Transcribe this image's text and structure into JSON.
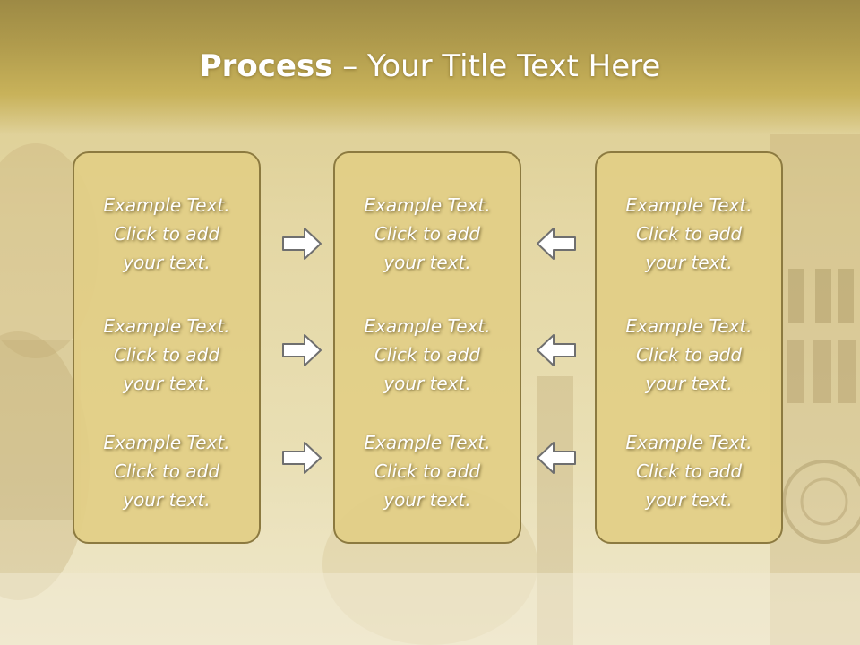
{
  "title": {
    "bold": "Process",
    "rest": " – Your Title Text Here"
  },
  "panels": [
    {
      "items": [
        {
          "l1": "Example Text.",
          "l2": "Click  to add",
          "l3": "your text."
        },
        {
          "l1": "Example Text.",
          "l2": "Click  to add",
          "l3": "your text."
        },
        {
          "l1": "Example Text.",
          "l2": "Click  to add",
          "l3": "your text."
        }
      ]
    },
    {
      "items": [
        {
          "l1": "Example Text.",
          "l2": "Click  to add",
          "l3": "your text."
        },
        {
          "l1": "Example Text.",
          "l2": "Click  to add",
          "l3": "your text."
        },
        {
          "l1": "Example Text.",
          "l2": "Click  to add",
          "l3": "your text."
        }
      ]
    },
    {
      "items": [
        {
          "l1": "Example Text.",
          "l2": "Click  to add",
          "l3": "your text."
        },
        {
          "l1": "Example Text.",
          "l2": "Click  to add",
          "l3": "your text."
        },
        {
          "l1": "Example Text.",
          "l2": "Click  to add",
          "l3": "your text."
        }
      ]
    }
  ],
  "arrows": {
    "left_group": [
      "arrow-right-icon",
      "arrow-right-icon",
      "arrow-right-icon"
    ],
    "right_group": [
      "arrow-left-icon",
      "arrow-left-icon",
      "arrow-left-icon"
    ]
  },
  "colors": {
    "panel_fill": "#e2ce86",
    "panel_border": "#8c7a40",
    "title_band": "#b19c4d",
    "arrow_fill": "#ffffff",
    "arrow_stroke": "#6f6f6f"
  }
}
